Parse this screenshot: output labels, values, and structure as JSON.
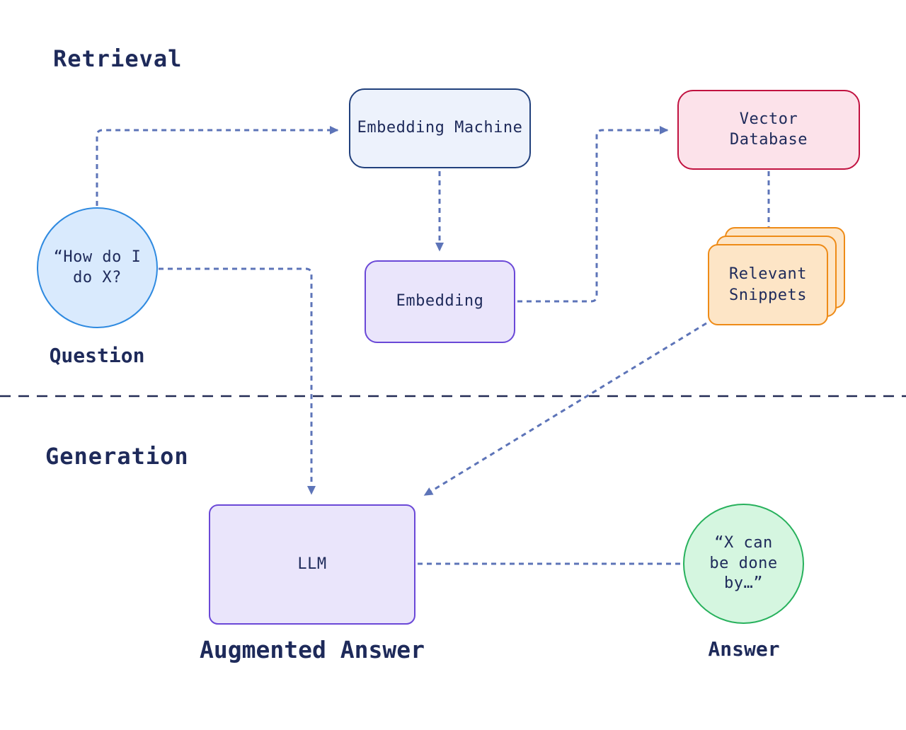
{
  "colors": {
    "text_navy": "#1e2a5a",
    "arrow": "#5d74b8",
    "divider": "#232c55",
    "embedding_machine_fill": "#edf2fc",
    "embedding_machine_border": "#21407c",
    "vector_db_fill": "#fce2ea",
    "vector_db_border": "#c11240",
    "purple_fill": "#eae5fb",
    "purple_border": "#6a48d7",
    "question_fill": "#d9eafd",
    "question_border": "#2f8ae0",
    "snippet_fill": "#fde5c6",
    "snippet_border": "#ee8b17",
    "answer_fill": "#d5f6e0",
    "answer_border": "#27b15c"
  },
  "sections": {
    "retrieval_label": "Retrieval",
    "generation_label": "Generation"
  },
  "nodes": {
    "embedding_machine": {
      "label": "Embedding Machine"
    },
    "vector_database": {
      "label": "Vector\nDatabase"
    },
    "embedding": {
      "label": "Embedding"
    },
    "relevant_snippets": {
      "label": "Relevant\nSnippets"
    },
    "llm": {
      "label": "LLM"
    },
    "question_bubble": {
      "text": "“How do I\ndo X?"
    },
    "answer_bubble": {
      "text": "“X can\nbe done\nby…”"
    }
  },
  "captions": {
    "question": "Question",
    "answer": "Answer",
    "augmented_answer": "Augmented Answer"
  }
}
